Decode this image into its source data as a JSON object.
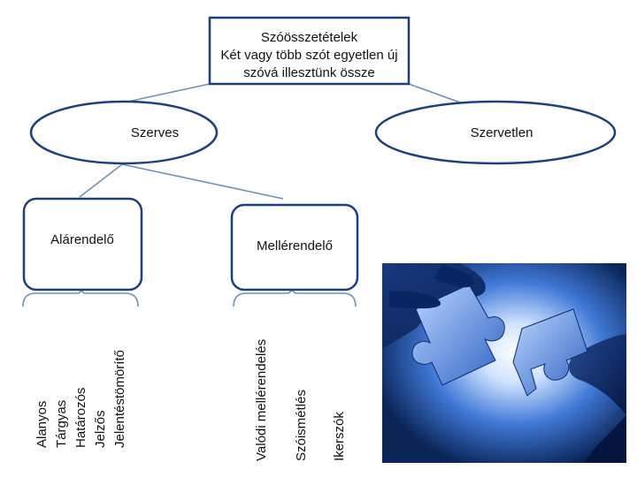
{
  "root": {
    "lines": [
      "Szóösszetételek",
      "Két vagy több szót egyetlen új",
      "szóvá illesztünk össze"
    ]
  },
  "branches": {
    "left": "Szerves",
    "right": "Szervetlen"
  },
  "sub": {
    "left": "Alárendelő",
    "right": "Mellérendelő"
  },
  "left_list": [
    "Alanyos",
    "Tárgyas",
    "Határozós",
    "Jelzős",
    "Jelentéstömörítő"
  ],
  "right_list": [
    "Valódi mellérendelés",
    "Szóismétlés",
    "Ikerszók"
  ],
  "image": {
    "icon": "puzzle-hands-photo"
  },
  "colors": {
    "stroke": "#1f3f7a",
    "line": "#6f8fb3",
    "image_bg": "#0a2a66"
  }
}
